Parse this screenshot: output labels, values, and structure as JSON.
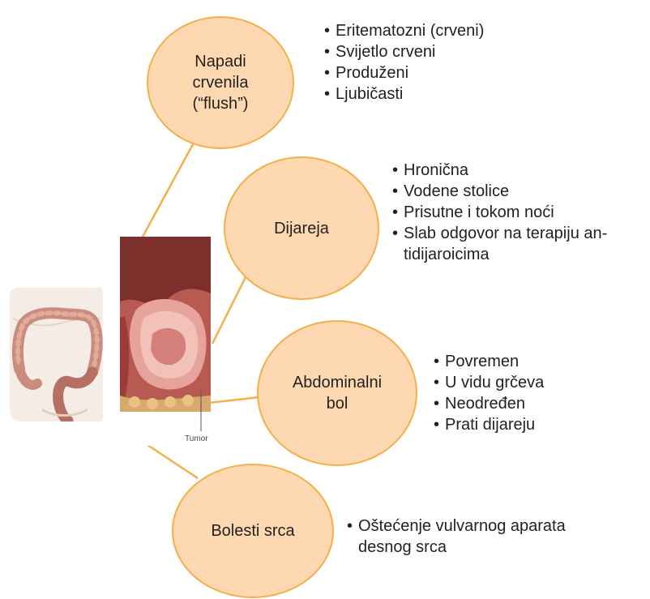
{
  "nodes": {
    "flush": {
      "label": "Napadi\ncrvenila\n(“flush”)"
    },
    "dijareja": {
      "label": "Dijareja"
    },
    "abdominalni_bol": {
      "label": "Abdominalni\nbol"
    },
    "bolesti_srca": {
      "label": "Bolesti srca"
    }
  },
  "lists": {
    "flush": [
      "Eritematozni (crveni)",
      "Svijetlo crveni",
      "Produženi",
      "Ljubičasti"
    ],
    "dijareja": [
      "Hronična",
      "Vodene stolice",
      "Prisutne i tokom noći",
      "Slab odgovor na terapiju an-\ntidijaroicima"
    ],
    "abdominalni_bol": [
      "Povremen",
      "U vidu grčeva",
      "Neodređen",
      "Prati dijareju"
    ],
    "bolesti_srca": [
      "Oštećenje vulvarnog aparata\ndesnog srca"
    ]
  },
  "illustration": {
    "caption": "Tumor"
  },
  "colors": {
    "node_fill": "#fed8b1",
    "node_stroke": "#f3b049",
    "text": "#231f20"
  }
}
